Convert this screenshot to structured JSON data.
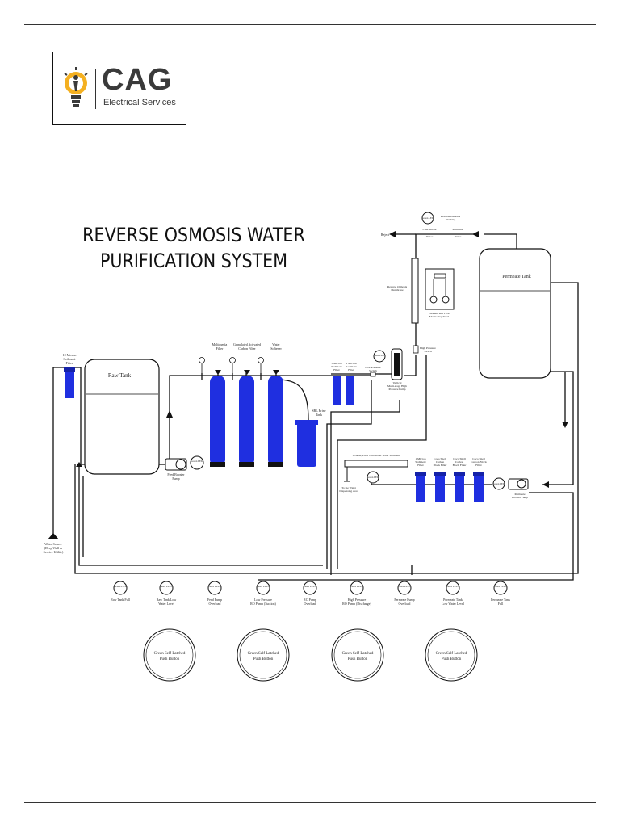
{
  "logo": {
    "name": "CAG",
    "subtitle": "Electrical Services"
  },
  "title": {
    "line1": "REVERSE OSMOSIS WATER",
    "line2": "PURIFICATION SYSTEM"
  },
  "colors": {
    "filter_blue": "#1f2fe0",
    "line": "#111111",
    "accent_orange": "#e8a020"
  },
  "labels": {
    "sediment_filter_left": [
      "10 Micron",
      "Sediment",
      "Filter"
    ],
    "raw_tank": "Raw Tank",
    "multimedia_filter": [
      "Multimedia",
      "Filter"
    ],
    "activated_carbon": [
      "Granulated Activated",
      "Carbon Filter"
    ],
    "water_softener": [
      "Water",
      "Softener"
    ],
    "brine_tank": [
      "SRL Brine",
      "Tank"
    ],
    "five_micron": [
      "5 Micron",
      "Sediment",
      "Filter"
    ],
    "one_micron": [
      "1 Micron",
      "Sediment",
      "Filter"
    ],
    "low_pressure_switch": [
      "Low Pressure",
      "Switch"
    ],
    "ro_membrane": [
      "Reverse Osmosis",
      "Membrane"
    ],
    "vertical_pump": [
      "Vertical",
      "Multi-stage High",
      "Pressure Pump"
    ],
    "high_pressure_switch": [
      "High Pressure",
      "Switch"
    ],
    "pressure_flow_panel": [
      "Pressure and Flow",
      "Monitoring Panel"
    ],
    "ro_flushing": [
      "Reverse Osmosis",
      "Flushing"
    ],
    "reject": "Reject",
    "concentrate_water": [
      "Concentrate",
      "Water"
    ],
    "permeate_water": [
      "Permeate",
      "Water"
    ],
    "permeate_tank": "Permeate Tank",
    "feed_booster_pump": [
      "Feed Booster",
      "Pump"
    ],
    "water_source": [
      "Water Source",
      "(Deep Well or",
      "Service Utility)"
    ],
    "uv_sterilizer": "6 GPM, 230V Ultraviolet Water Sterilizer",
    "dispensing_area": [
      "To the Water",
      "Dispensing Area"
    ],
    "one_micron_right": [
      "1 Micron",
      "Sediment",
      "Filter"
    ],
    "coco_shell_1": [
      "Coco Shell",
      "Carbon",
      "Block Filter"
    ],
    "coco_shell_2": [
      "Coco Shell",
      "Carbon",
      "Block Filter"
    ],
    "coco_shell_3": [
      "Coco Shell",
      "Carbon Block",
      "Filter"
    ],
    "permeate_booster": [
      "Permeate",
      "Booster Pump"
    ]
  },
  "indicators": [
    {
      "badge": "Green LED",
      "label": [
        "Raw Tank Full"
      ]
    },
    {
      "badge": "Red LED",
      "label": [
        "Raw Tank Low",
        "Water Level"
      ]
    },
    {
      "badge": "Red LED",
      "label": [
        "Feed Pump",
        "Overload"
      ]
    },
    {
      "badge": "Red LED",
      "label": [
        "Low Pressure",
        "RO Pump (Suction)"
      ]
    },
    {
      "badge": "Red LED",
      "label": [
        "RO Pump",
        "Overload"
      ]
    },
    {
      "badge": "Red LED",
      "label": [
        "High Pressure",
        "RO Pump (Discharge)"
      ]
    },
    {
      "badge": "Red LED",
      "label": [
        "Permeate Pump",
        "Overload"
      ]
    },
    {
      "badge": "Red LED",
      "label": [
        "Permeate Tank",
        "Low Water Level"
      ]
    },
    {
      "badge": "Red LED",
      "label": [
        "Permeate Tank",
        "Full"
      ]
    }
  ],
  "small_badges": {
    "green_led": "Green LED",
    "red_led": "Red LED"
  },
  "push_buttons": [
    {
      "label": [
        "Green Self Latched",
        "Push Button"
      ]
    },
    {
      "label": [
        "Green Self Latched",
        "Push Button"
      ]
    },
    {
      "label": [
        "Green Self Latched",
        "Push Button"
      ]
    },
    {
      "label": [
        "Green Self Latched",
        "Push Button"
      ]
    }
  ]
}
